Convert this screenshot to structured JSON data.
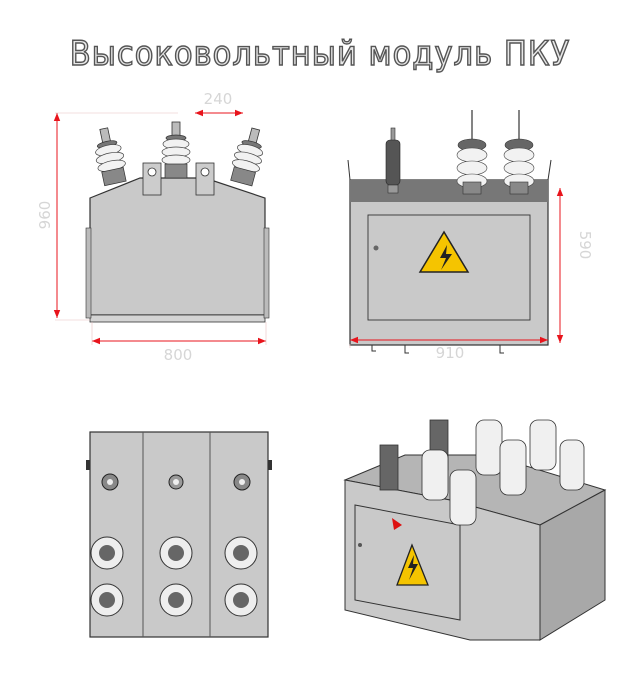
{
  "title": "Высоковольтный модуль ПКУ",
  "dimensions": {
    "insulator_spacing": "240",
    "front_height": "960",
    "front_width": "800",
    "side_height": "590",
    "side_width": "910"
  },
  "colors": {
    "dimension_line": "#e8141c",
    "warning_sign": "#f5c400",
    "body": "#c9c9c9"
  }
}
